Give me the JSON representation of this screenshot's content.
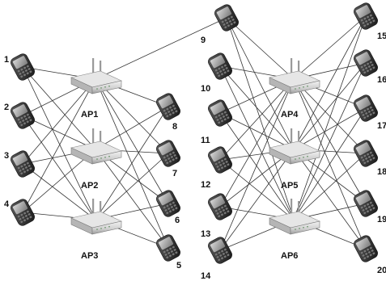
{
  "access_points": [
    {
      "id": "AP1",
      "label": "AP1"
    },
    {
      "id": "AP2",
      "label": "AP2"
    },
    {
      "id": "AP3",
      "label": "AP3"
    },
    {
      "id": "AP4",
      "label": "AP4"
    },
    {
      "id": "AP5",
      "label": "AP5"
    },
    {
      "id": "AP6",
      "label": "AP6"
    }
  ],
  "devices": [
    {
      "id": "1",
      "label": "1"
    },
    {
      "id": "2",
      "label": "2"
    },
    {
      "id": "3",
      "label": "3"
    },
    {
      "id": "4",
      "label": "4"
    },
    {
      "id": "5",
      "label": "5"
    },
    {
      "id": "6",
      "label": "6"
    },
    {
      "id": "7",
      "label": "7"
    },
    {
      "id": "8",
      "label": "8"
    },
    {
      "id": "9",
      "label": "9"
    },
    {
      "id": "10",
      "label": "10"
    },
    {
      "id": "11",
      "label": "11"
    },
    {
      "id": "12",
      "label": "12"
    },
    {
      "id": "13",
      "label": "13"
    },
    {
      "id": "14",
      "label": "14"
    },
    {
      "id": "15",
      "label": "15"
    },
    {
      "id": "16",
      "label": "16"
    },
    {
      "id": "17",
      "label": "17"
    },
    {
      "id": "18",
      "label": "18"
    },
    {
      "id": "19",
      "label": "19"
    },
    {
      "id": "20",
      "label": "20"
    }
  ],
  "links": [
    [
      "1",
      "AP1"
    ],
    [
      "1",
      "AP2"
    ],
    [
      "1",
      "AP3"
    ],
    [
      "2",
      "AP1"
    ],
    [
      "2",
      "AP2"
    ],
    [
      "2",
      "AP3"
    ],
    [
      "3",
      "AP1"
    ],
    [
      "3",
      "AP2"
    ],
    [
      "3",
      "AP3"
    ],
    [
      "4",
      "AP1"
    ],
    [
      "4",
      "AP2"
    ],
    [
      "4",
      "AP3"
    ],
    [
      "8",
      "AP1"
    ],
    [
      "8",
      "AP2"
    ],
    [
      "8",
      "AP3"
    ],
    [
      "7",
      "AP1"
    ],
    [
      "7",
      "AP2"
    ],
    [
      "7",
      "AP3"
    ],
    [
      "6",
      "AP1"
    ],
    [
      "6",
      "AP2"
    ],
    [
      "6",
      "AP3"
    ],
    [
      "5",
      "AP1"
    ],
    [
      "5",
      "AP2"
    ],
    [
      "5",
      "AP3"
    ],
    [
      "9",
      "AP1"
    ],
    [
      "9",
      "AP4"
    ],
    [
      "9",
      "AP5"
    ],
    [
      "9",
      "AP6"
    ],
    [
      "10",
      "AP4"
    ],
    [
      "10",
      "AP5"
    ],
    [
      "10",
      "AP6"
    ],
    [
      "11",
      "AP4"
    ],
    [
      "11",
      "AP5"
    ],
    [
      "11",
      "AP6"
    ],
    [
      "12",
      "AP4"
    ],
    [
      "12",
      "AP5"
    ],
    [
      "12",
      "AP6"
    ],
    [
      "13",
      "AP4"
    ],
    [
      "13",
      "AP5"
    ],
    [
      "13",
      "AP6"
    ],
    [
      "14",
      "AP4"
    ],
    [
      "14",
      "AP5"
    ],
    [
      "14",
      "AP6"
    ],
    [
      "15",
      "AP4"
    ],
    [
      "15",
      "AP5"
    ],
    [
      "15",
      "AP6"
    ],
    [
      "16",
      "AP4"
    ],
    [
      "16",
      "AP5"
    ],
    [
      "16",
      "AP6"
    ],
    [
      "17",
      "AP4"
    ],
    [
      "17",
      "AP5"
    ],
    [
      "17",
      "AP6"
    ],
    [
      "18",
      "AP4"
    ],
    [
      "18",
      "AP5"
    ],
    [
      "18",
      "AP6"
    ],
    [
      "19",
      "AP4"
    ],
    [
      "19",
      "AP5"
    ],
    [
      "19",
      "AP6"
    ],
    [
      "20",
      "AP4"
    ],
    [
      "20",
      "AP5"
    ],
    [
      "20",
      "AP6"
    ]
  ],
  "colors": {
    "device_body": "#2b2b2b",
    "device_screen": "#9a9a9a",
    "router_body": "#c8c8c8",
    "router_top": "#e6e6e6",
    "link": "#333333"
  },
  "icons": {
    "device": "smartphone-icon",
    "access_point": "wireless-router-icon"
  }
}
